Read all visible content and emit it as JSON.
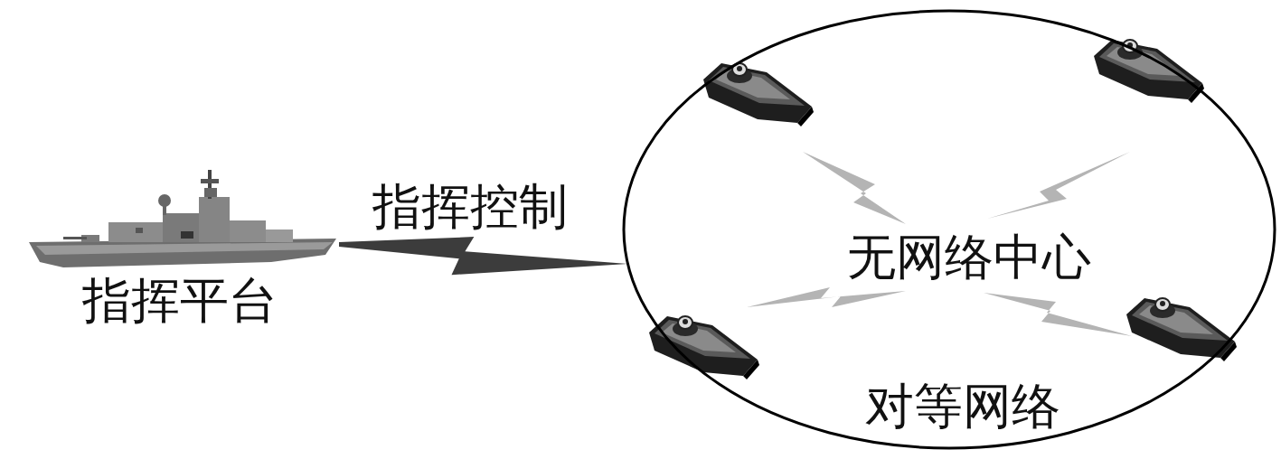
{
  "diagram": {
    "nodes": [
      {
        "text": [
          "指挥平台"
        ]
      },
      {
        "text": [
          "无网络中心",
          "对等网络"
        ]
      }
    ],
    "edges": [
      {
        "from": 0,
        "to": 1,
        "arrow": "none",
        "label": "指挥控制"
      }
    ]
  }
}
